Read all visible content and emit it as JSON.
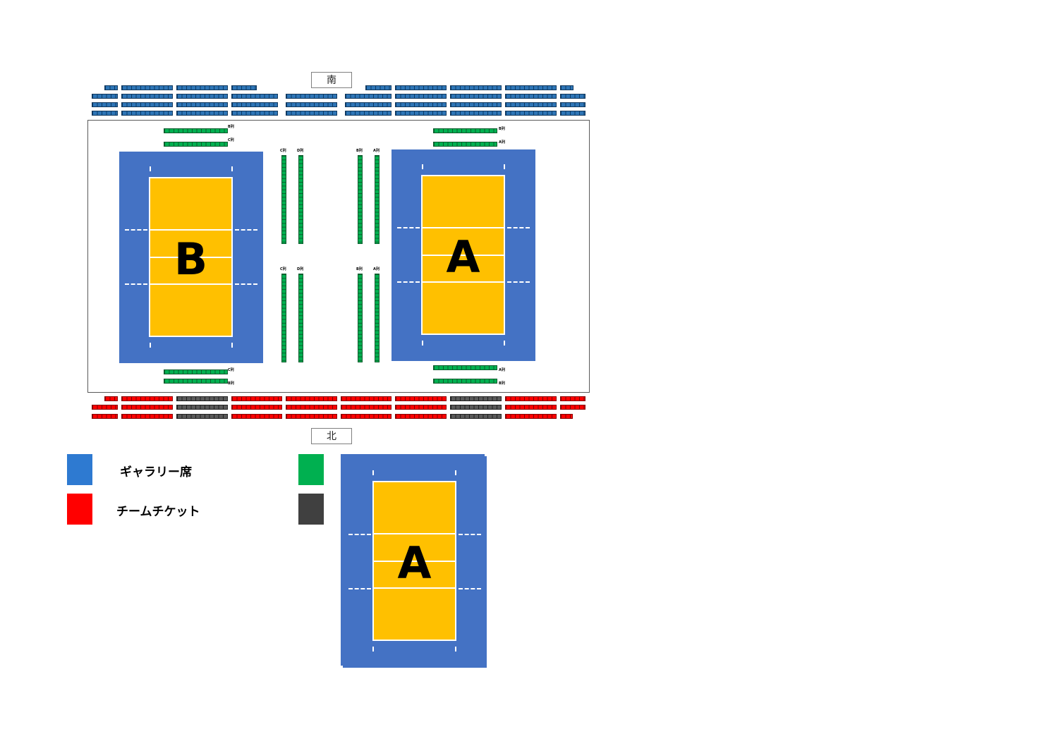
{
  "directions": {
    "south": "南",
    "north": "北"
  },
  "courts": {
    "left_label": "B",
    "right_label": "A",
    "preview_label": "A"
  },
  "row_tags": {
    "b_row": "B列",
    "c_row": "C列",
    "a_row": "A列",
    "d_row": "D列"
  },
  "legend": {
    "gallery": {
      "label": "ギャラリー席",
      "color": "#2e75b6"
    },
    "team_ticket": {
      "label": "チームチケット",
      "color": "#ff0000"
    },
    "green_item": {
      "label": "",
      "color": "#00b050"
    },
    "gray_item": {
      "label": "",
      "color": "#404040"
    }
  },
  "colors": {
    "court_surround": "#4472c4",
    "court_floor": "#ffc000",
    "arena_border": "#595959"
  }
}
